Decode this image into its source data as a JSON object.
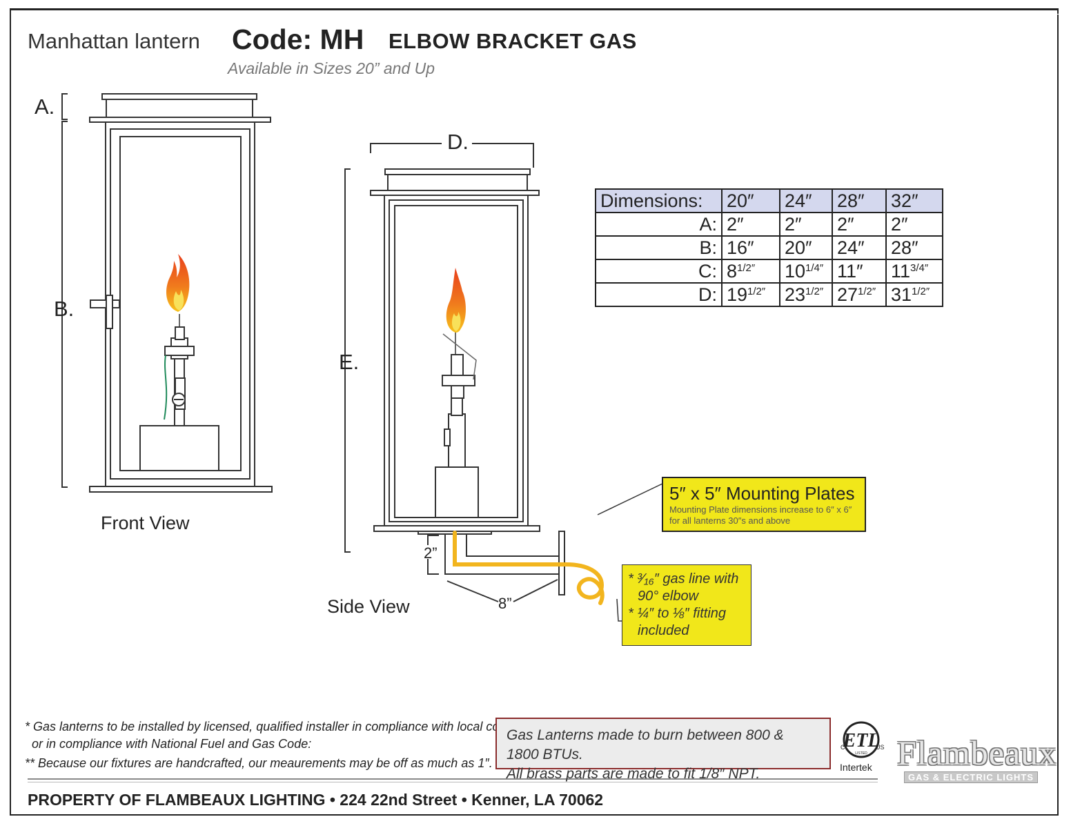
{
  "header": {
    "product_name": "Manhattan lantern",
    "code": "Code: MH",
    "product_type": "ELBOW BRACKET GAS",
    "availability": "Available in Sizes 20” and Up"
  },
  "front_view": {
    "label": "Front View",
    "dim_a": "A.",
    "dim_b": "B."
  },
  "side_view": {
    "label": "Side View",
    "dim_d": "D.",
    "dim_e": "E.",
    "drop": "2”",
    "arm_length": "8”"
  },
  "dimensions_table": {
    "header_label": "Dimensions:",
    "sizes": [
      "20″",
      "24″",
      "28″",
      "32″"
    ],
    "rows": [
      {
        "label": "A:",
        "values": [
          "2″",
          "2″",
          "2″",
          "2″"
        ]
      },
      {
        "label": "B:",
        "values": [
          "16″",
          "20″",
          "24″",
          "28″"
        ]
      },
      {
        "label": "C:",
        "values": [
          "8",
          "10",
          "11″",
          "11"
        ],
        "fractions": [
          "1/2″",
          "1/4″",
          "",
          "3/4″"
        ]
      },
      {
        "label": "D:",
        "values": [
          "19",
          "23",
          "27",
          "31"
        ],
        "fractions": [
          "1/2″",
          "1/2″",
          "1/2″",
          "1/2″"
        ]
      }
    ]
  },
  "mounting_plates": {
    "title": "5″ x 5″ Mounting Plates",
    "note_line1": "Mounting Plate dimensions increase to 6″ x 6″",
    "note_line2": "for all lanterns 30″s and above"
  },
  "gas_line_note": {
    "line1": "* ³⁄₁₆″ gas line with",
    "line2": "90° elbow",
    "line3": "* ¼″ to ⅛″ fitting",
    "line4": "included"
  },
  "notes": {
    "note1_line1": "* Gas lanterns to be installed by licensed, qualified installer in compliance with local codes,",
    "note1_line2": "or in compliance with National Fuel and Gas Code:",
    "note2": "** Because our fixtures are handcrafted, our meaurements may be off as much as 1″."
  },
  "btu_box": {
    "line1": "Gas Lanterns made to burn between 800 & 1800 BTUs.",
    "line2": "All brass parts are made to fit 1/8″ NPT."
  },
  "certification": {
    "mark": "ETL",
    "left": "C",
    "right": "US",
    "listed": "LISTED",
    "company": "Intertek"
  },
  "brand": {
    "name": "Flambeaux",
    "tagline": "GAS & ELECTRIC LIGHTS"
  },
  "footer": {
    "text": "PROPERTY OF FLAMBEAUX LIGHTING • 224 22nd Street • Kenner, LA 70062"
  },
  "colors": {
    "header_fill": "#d4d8ee",
    "callout_yellow": "#f1e71a",
    "gas_line": "#f2b51e",
    "flame_outer": "#e8401c",
    "flame_inner": "#f6c21b",
    "btu_border": "#8a2a2a"
  }
}
